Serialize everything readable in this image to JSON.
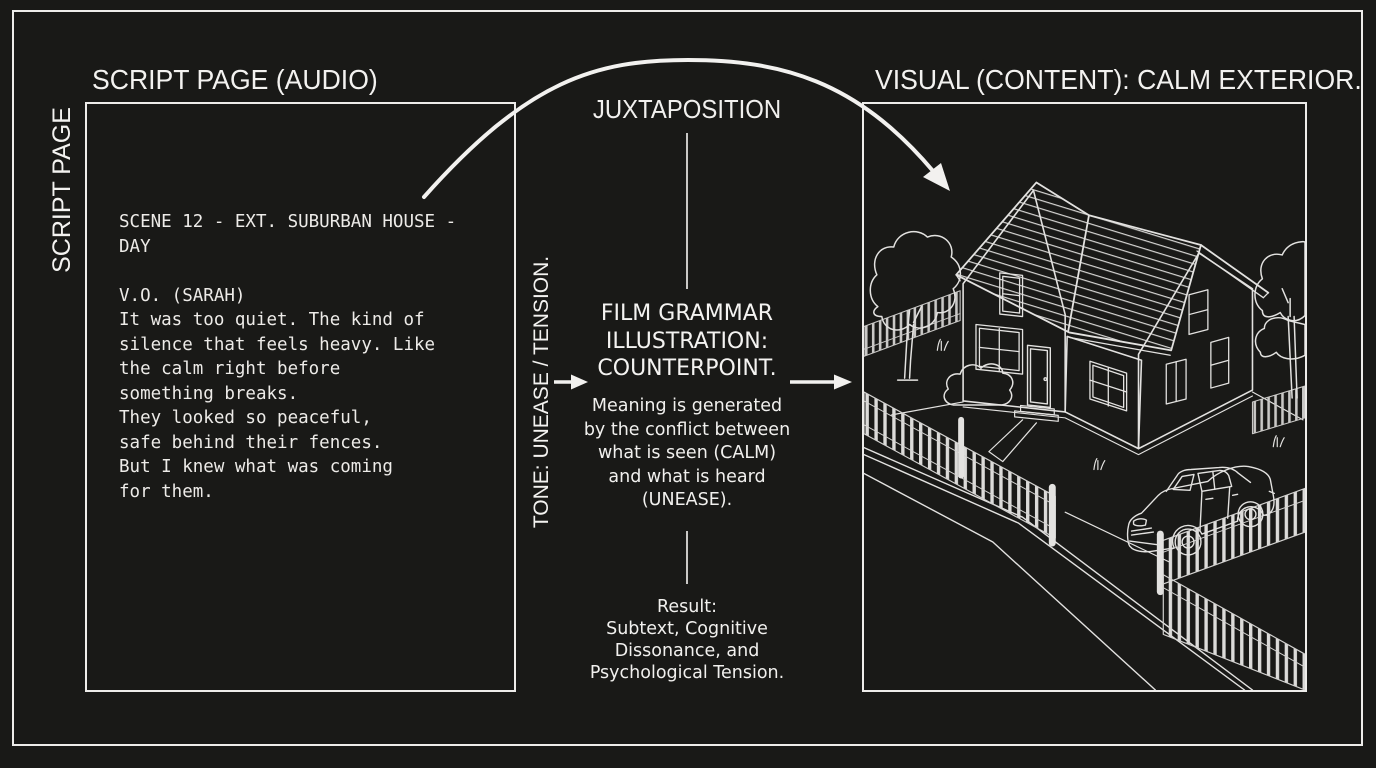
{
  "left_panel": {
    "vertical_label": "SCRIPT PAGE",
    "heading": "SCRIPT PAGE (AUDIO)",
    "script_text": "SCENE 12 - EXT. SUBURBAN HOUSE -\nDAY\n\nV.O. (SARAH)\nIt was too quiet. The kind of\nsilence that feels heavy. Like\nthe calm right before\nsomething breaks.\nThey looked so peaceful,\nsafe behind their fences.\nBut I knew what was coming\nfor them."
  },
  "center": {
    "top_label": "JUXTAPOSITION",
    "tone_label": "TONE: UNEASE / TENSION.",
    "title": "FILM GRAMMAR\nILLUSTRATION:\nCOUNTERPOINT.",
    "body": "Meaning is generated\nby the conflict between\nwhat is seen (CALM)\nand what is heard\n(UNEASE).",
    "result": "Result:\nSubtext, Cognitive\nDissonance, and\nPsychological Tension."
  },
  "right_panel": {
    "heading": "VISUAL (CONTENT): CALM EXTERIOR.",
    "illustration": "isometric-suburban-house-line-art",
    "illustration_elements": [
      "hatched gable roof",
      "sash windows",
      "front door with steps",
      "picket fences",
      "trees",
      "shrub",
      "parked sedan",
      "sidewalk and road",
      "grass tufts"
    ]
  },
  "colors": {
    "background": "#191917",
    "ink": "#f1f0ee",
    "line": "#d8d7d5"
  }
}
